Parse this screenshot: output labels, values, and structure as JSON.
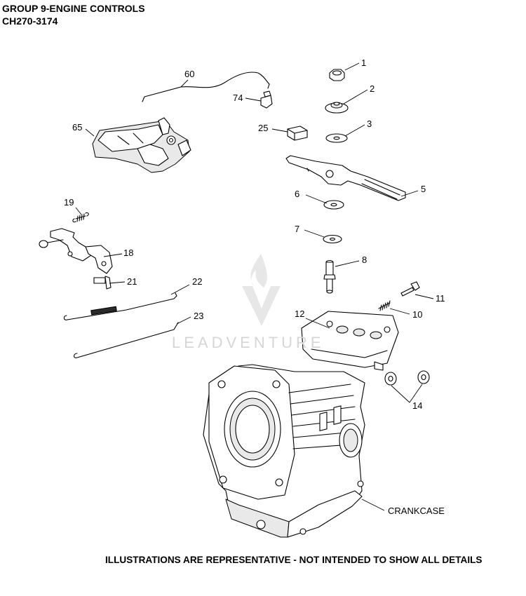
{
  "header": {
    "title": "GROUP 9-ENGINE CONTROLS",
    "subtitle": "CH270-3174"
  },
  "footer": {
    "note": "ILLUSTRATIONS ARE REPRESENTATIVE - NOT INTENDED TO SHOW ALL DETAILS"
  },
  "watermark": {
    "text": "LEADVENTURE",
    "color": "#d6d6d6"
  },
  "callouts": {
    "c1": "1",
    "c2": "2",
    "c3": "3",
    "c5": "5",
    "c6": "6",
    "c7": "7",
    "c8": "8",
    "c10": "10",
    "c11": "11",
    "c12": "12",
    "c14": "14",
    "c18": "18",
    "c19": "19",
    "c21": "21",
    "c22": "22",
    "c23": "23",
    "c25": "25",
    "c60": "60",
    "c65": "65",
    "c74": "74",
    "crankcase": "CRANKCASE"
  }
}
